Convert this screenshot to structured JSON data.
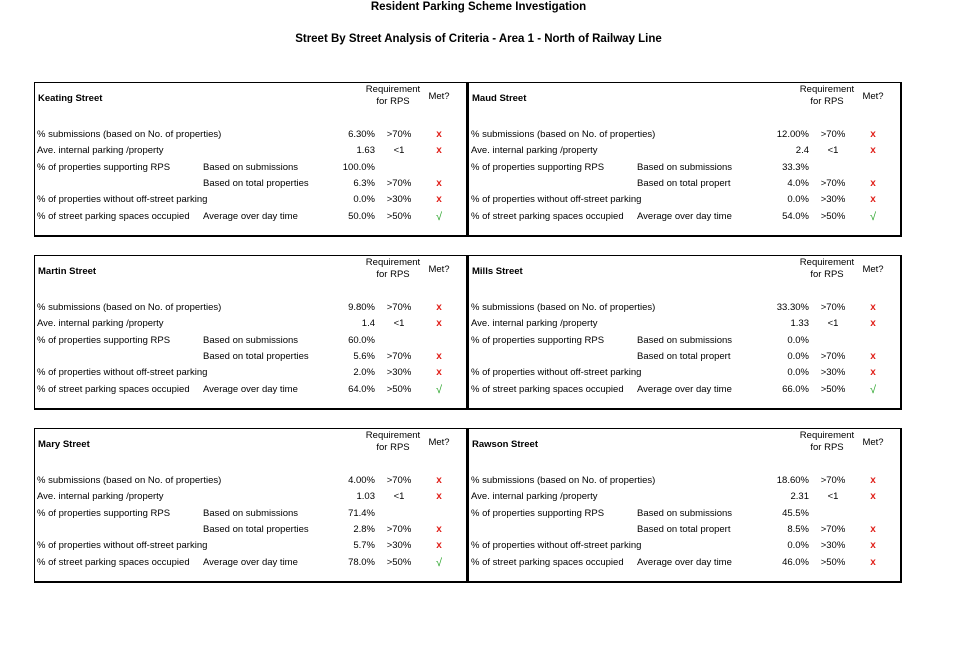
{
  "title": "Resident Parking Scheme Investigation",
  "subtitle": "Street By Street  Analysis of Criteria - Area 1 - North of Railway Line",
  "header_requirement_line1": "Requirement",
  "header_requirement_line2": "for RPS",
  "header_met": "Met?",
  "labels": {
    "submissions": "% submissions (based on No. of properties)",
    "internal_parking": "Ave. internal parking /property",
    "supporting": "% of properties supporting RPS",
    "based_on_submissions": "Based on submissions",
    "without_offstreet": "% of properties without off-street parking",
    "spaces_occupied": "% of street parking spaces occupied",
    "average_day": "Average over day time"
  },
  "symbols": {
    "x": "x",
    "tick": "√"
  },
  "streets": [
    {
      "name": "Keating Street",
      "total_label": "Based on total properties",
      "rows": [
        {
          "value": "6.30%",
          "req": ">70%",
          "met": "x"
        },
        {
          "value": "1.63",
          "req": "<1",
          "met": "x"
        },
        {
          "value": "100.0%",
          "req": "",
          "met": ""
        },
        {
          "value": "6.3%",
          "req": ">70%",
          "met": "x"
        },
        {
          "value": "0.0%",
          "req": ">30%",
          "met": "x"
        },
        {
          "value": "50.0%",
          "req": ">50%",
          "met": "√"
        }
      ]
    },
    {
      "name": "Maud Street",
      "total_label": "Based on total propert",
      "rows": [
        {
          "value": "12.00%",
          "req": ">70%",
          "met": "x"
        },
        {
          "value": "2.4",
          "req": "<1",
          "met": "x"
        },
        {
          "value": "33.3%",
          "req": "",
          "met": ""
        },
        {
          "value": "4.0%",
          "req": ">70%",
          "met": "x"
        },
        {
          "value": "0.0%",
          "req": ">30%",
          "met": "x"
        },
        {
          "value": "54.0%",
          "req": ">50%",
          "met": "√"
        }
      ]
    },
    {
      "name": "Martin Street",
      "total_label": "Based on total properties",
      "rows": [
        {
          "value": "9.80%",
          "req": ">70%",
          "met": "x"
        },
        {
          "value": "1.4",
          "req": "<1",
          "met": "x"
        },
        {
          "value": "60.0%",
          "req": "",
          "met": ""
        },
        {
          "value": "5.6%",
          "req": ">70%",
          "met": "x"
        },
        {
          "value": "2.0%",
          "req": ">30%",
          "met": "x"
        },
        {
          "value": "64.0%",
          "req": ">50%",
          "met": "√"
        }
      ]
    },
    {
      "name": "Mills Street",
      "total_label": "Based on total propert",
      "rows": [
        {
          "value": "33.30%",
          "req": ">70%",
          "met": "x"
        },
        {
          "value": "1.33",
          "req": "<1",
          "met": "x"
        },
        {
          "value": "0.0%",
          "req": "",
          "met": ""
        },
        {
          "value": "0.0%",
          "req": ">70%",
          "met": "x"
        },
        {
          "value": "0.0%",
          "req": ">30%",
          "met": "x"
        },
        {
          "value": "66.0%",
          "req": ">50%",
          "met": "√"
        }
      ]
    },
    {
      "name": "Mary Street",
      "total_label": "Based on total properties",
      "rows": [
        {
          "value": "4.00%",
          "req": ">70%",
          "met": "x"
        },
        {
          "value": "1.03",
          "req": "<1",
          "met": "x"
        },
        {
          "value": "71.4%",
          "req": "",
          "met": ""
        },
        {
          "value": "2.8%",
          "req": ">70%",
          "met": "x"
        },
        {
          "value": "5.7%",
          "req": ">30%",
          "met": "x"
        },
        {
          "value": "78.0%",
          "req": ">50%",
          "met": "√"
        }
      ]
    },
    {
      "name": "Rawson Street",
      "total_label": "Based on total propert",
      "rows": [
        {
          "value": "18.60%",
          "req": ">70%",
          "met": "x"
        },
        {
          "value": "2.31",
          "req": "<1",
          "met": "x"
        },
        {
          "value": "45.5%",
          "req": "",
          "met": ""
        },
        {
          "value": "8.5%",
          "req": ">70%",
          "met": "x"
        },
        {
          "value": "0.0%",
          "req": ">30%",
          "met": "x"
        },
        {
          "value": "46.0%",
          "req": ">50%",
          "met": "x"
        }
      ]
    }
  ]
}
